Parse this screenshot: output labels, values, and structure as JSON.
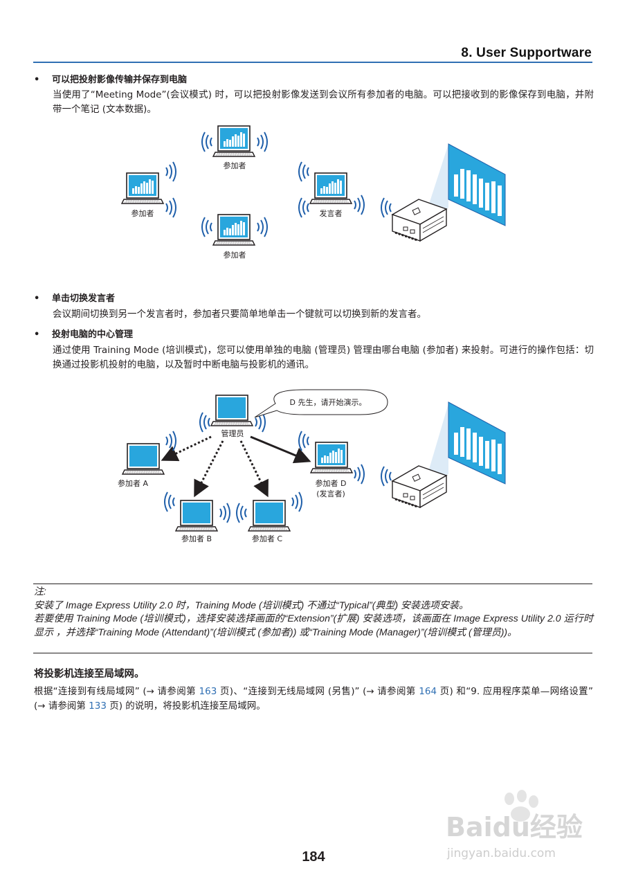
{
  "header": {
    "title": "8. User Supportware"
  },
  "section1": {
    "heading": "可以把投射影像传输并保存到电脑",
    "body": "当使用了“Meeting Mode”(会议模式) 时，可以把投射影像发送到会议所有参加者的电脑。可以把接收到的影像保存到电脑，并附带一个笔记 (文本数据)。"
  },
  "diagram1": {
    "label_top": "参加者",
    "label_left": "参加者",
    "label_center": "参加者",
    "label_presenter": "发言者"
  },
  "section2": {
    "heading": "单击切换发言者",
    "body": "会议期间切换到另一个发言者时，参加者只要简单地单击一个键就可以切换到新的发言者。"
  },
  "section3": {
    "heading": "投射电脑的中心管理",
    "body": "通过使用 Training Mode (培训模式)，您可以使用单独的电脑 (管理员) 管理由哪台电脑 (参加者) 来投射。可进行的操作包括：切换通过投影机投射的电脑，以及暂时中断电脑与投影机的通讯。"
  },
  "diagram2": {
    "speech": "D 先生，请开始演示。",
    "label_admin": "管理员",
    "label_a": "参加者 A",
    "label_b": "参加者 B",
    "label_c": "参加者 C",
    "label_d": "参加者 D",
    "label_d_role": "(发言者)"
  },
  "note": {
    "title": "注:",
    "line1": "安装了 Image Express Utility 2.0 时，Training Mode (培训模式) 不通过“Typical”(典型) 安装选项安装。",
    "line2": "若要使用 Training Mode (培训模式)，选择安装选择画面的“Extension”(扩展) 安装选项，该画面在 Image Express Utility 2.0 运行时显示 ，并选择“Training Mode (Attendant)”(培训模式 (参加者)) 或“Training Mode (Manager)”(培训模式 (管理员))。"
  },
  "section4": {
    "heading": "将投影机连接至局域网。",
    "text_1": "根据“连接到有线局域网” (→ 请参阅第 ",
    "page_1": "163",
    "text_2": " 页)、“连接到无线局域网 (另售)” (→ 请参阅第 ",
    "page_2": "164",
    "text_3": " 页) 和“9. 应用程序菜单—网络设置” (→ 请参阅第 ",
    "page_3": "133",
    "text_4": " 页) 的说明，将投影机连接至局域网。"
  },
  "footer": {
    "page_number": "184"
  },
  "watermark": {
    "brand": "Baidu经验",
    "url": "jingyan.baidu.com"
  },
  "colors": {
    "accent": "#2f6fb3",
    "screen": "#29a6dd",
    "wave": "#1f5faa"
  },
  "icons": [
    "laptop-icon",
    "projector-icon",
    "projection-screen-icon",
    "wireless-waves-icon",
    "arrow-icon",
    "speech-bubble-icon"
  ]
}
